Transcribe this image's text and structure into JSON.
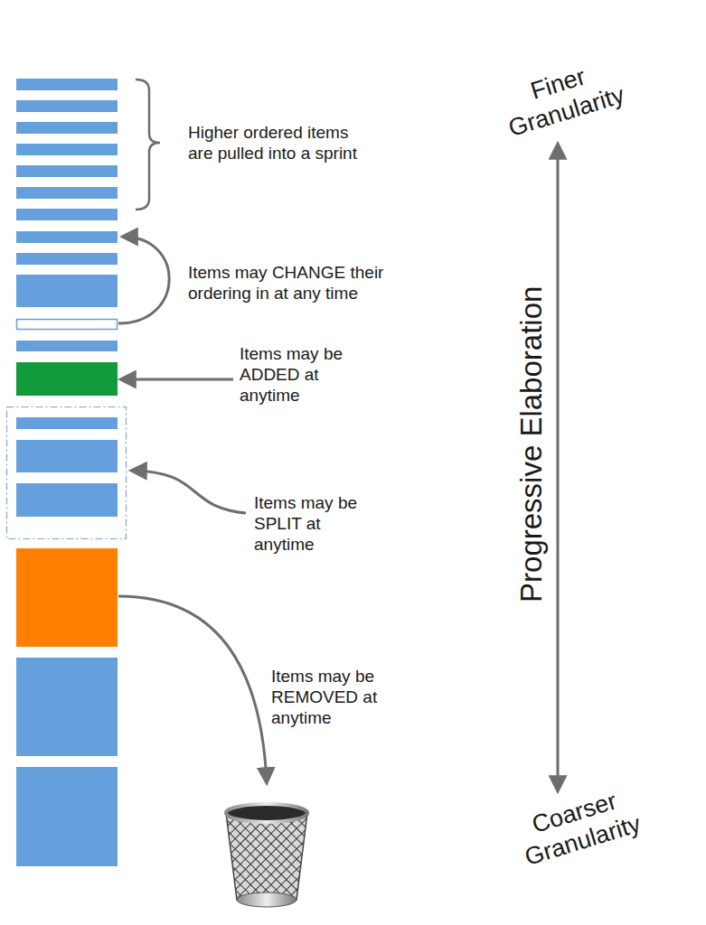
{
  "diagram": {
    "labels": [
      "Finer Granularity",
      "Higher ordered items are pulled into a sprint",
      "Items may CHANGE their ordering in at any time",
      "Items may be ADDED at anytime",
      "Progressive Elaboration",
      "Items may be SPLIT at anytime",
      "Items may be REMOVED at anytime",
      "Coarser Granularity"
    ]
  }
}
